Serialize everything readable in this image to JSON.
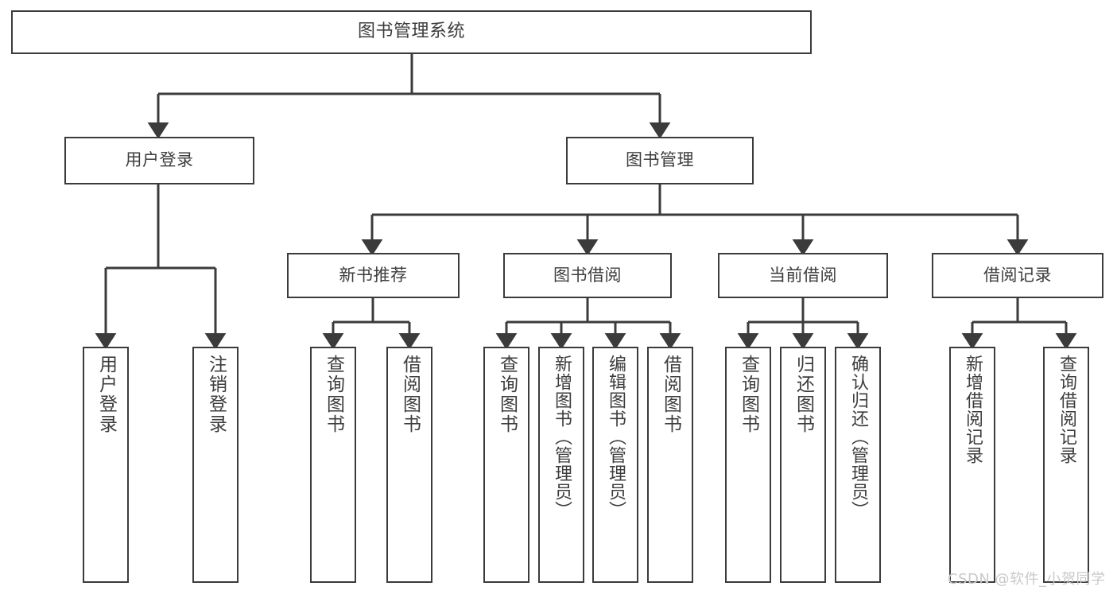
{
  "diagram": {
    "title": "图书管理系统",
    "type": "tree",
    "orientation": "top-down",
    "colors": {
      "stroke": "#3b3b3b",
      "fill": "#ffffff",
      "text": "#3d3d3d",
      "watermark": "#c9c9c9",
      "background": "#ffffff"
    }
  },
  "nodes": {
    "root": {
      "label": "图书管理系统",
      "level": 0
    },
    "level1": [
      {
        "id": "user-login",
        "label": "用户登录",
        "level": 1
      },
      {
        "id": "book-manage",
        "label": "图书管理",
        "level": 1
      }
    ],
    "level2": [
      {
        "id": "new-book-rec",
        "label": "新书推荐",
        "parent": "book-manage"
      },
      {
        "id": "book-borrow",
        "label": "图书借阅",
        "parent": "book-manage"
      },
      {
        "id": "current-borrow",
        "label": "当前借阅",
        "parent": "book-manage"
      },
      {
        "id": "borrow-record",
        "label": "借阅记录",
        "parent": "book-manage"
      }
    ],
    "leaves": [
      {
        "id": "leaf-user-login",
        "label": "用户登录",
        "parent": "user-login"
      },
      {
        "id": "leaf-user-logout",
        "label": "注销登录",
        "parent": "user-login"
      },
      {
        "id": "leaf-query-book-rec",
        "label": "查询图书",
        "parent": "new-book-rec"
      },
      {
        "id": "leaf-borrow-book-rec",
        "label": "借阅图书",
        "parent": "new-book-rec"
      },
      {
        "id": "leaf-query-book-borrow",
        "label": "查询图书",
        "parent": "book-borrow"
      },
      {
        "id": "leaf-add-book",
        "label": "新增图书（管理员）",
        "parent": "book-borrow"
      },
      {
        "id": "leaf-edit-book",
        "label": "编辑图书（管理员）",
        "parent": "book-borrow"
      },
      {
        "id": "leaf-borrow-book",
        "label": "借阅图书",
        "parent": "book-borrow"
      },
      {
        "id": "leaf-query-book-cur",
        "label": "查询图书",
        "parent": "current-borrow"
      },
      {
        "id": "leaf-return-book",
        "label": "归还图书",
        "parent": "current-borrow"
      },
      {
        "id": "leaf-confirm-return",
        "label": "确认归还（管理员）",
        "parent": "current-borrow"
      },
      {
        "id": "leaf-add-record",
        "label": "新增借阅记录",
        "parent": "borrow-record"
      },
      {
        "id": "leaf-query-record",
        "label": "查询借阅记录",
        "parent": "borrow-record"
      }
    ]
  },
  "watermark": {
    "text": "CSDN @软件_小贺同学"
  }
}
